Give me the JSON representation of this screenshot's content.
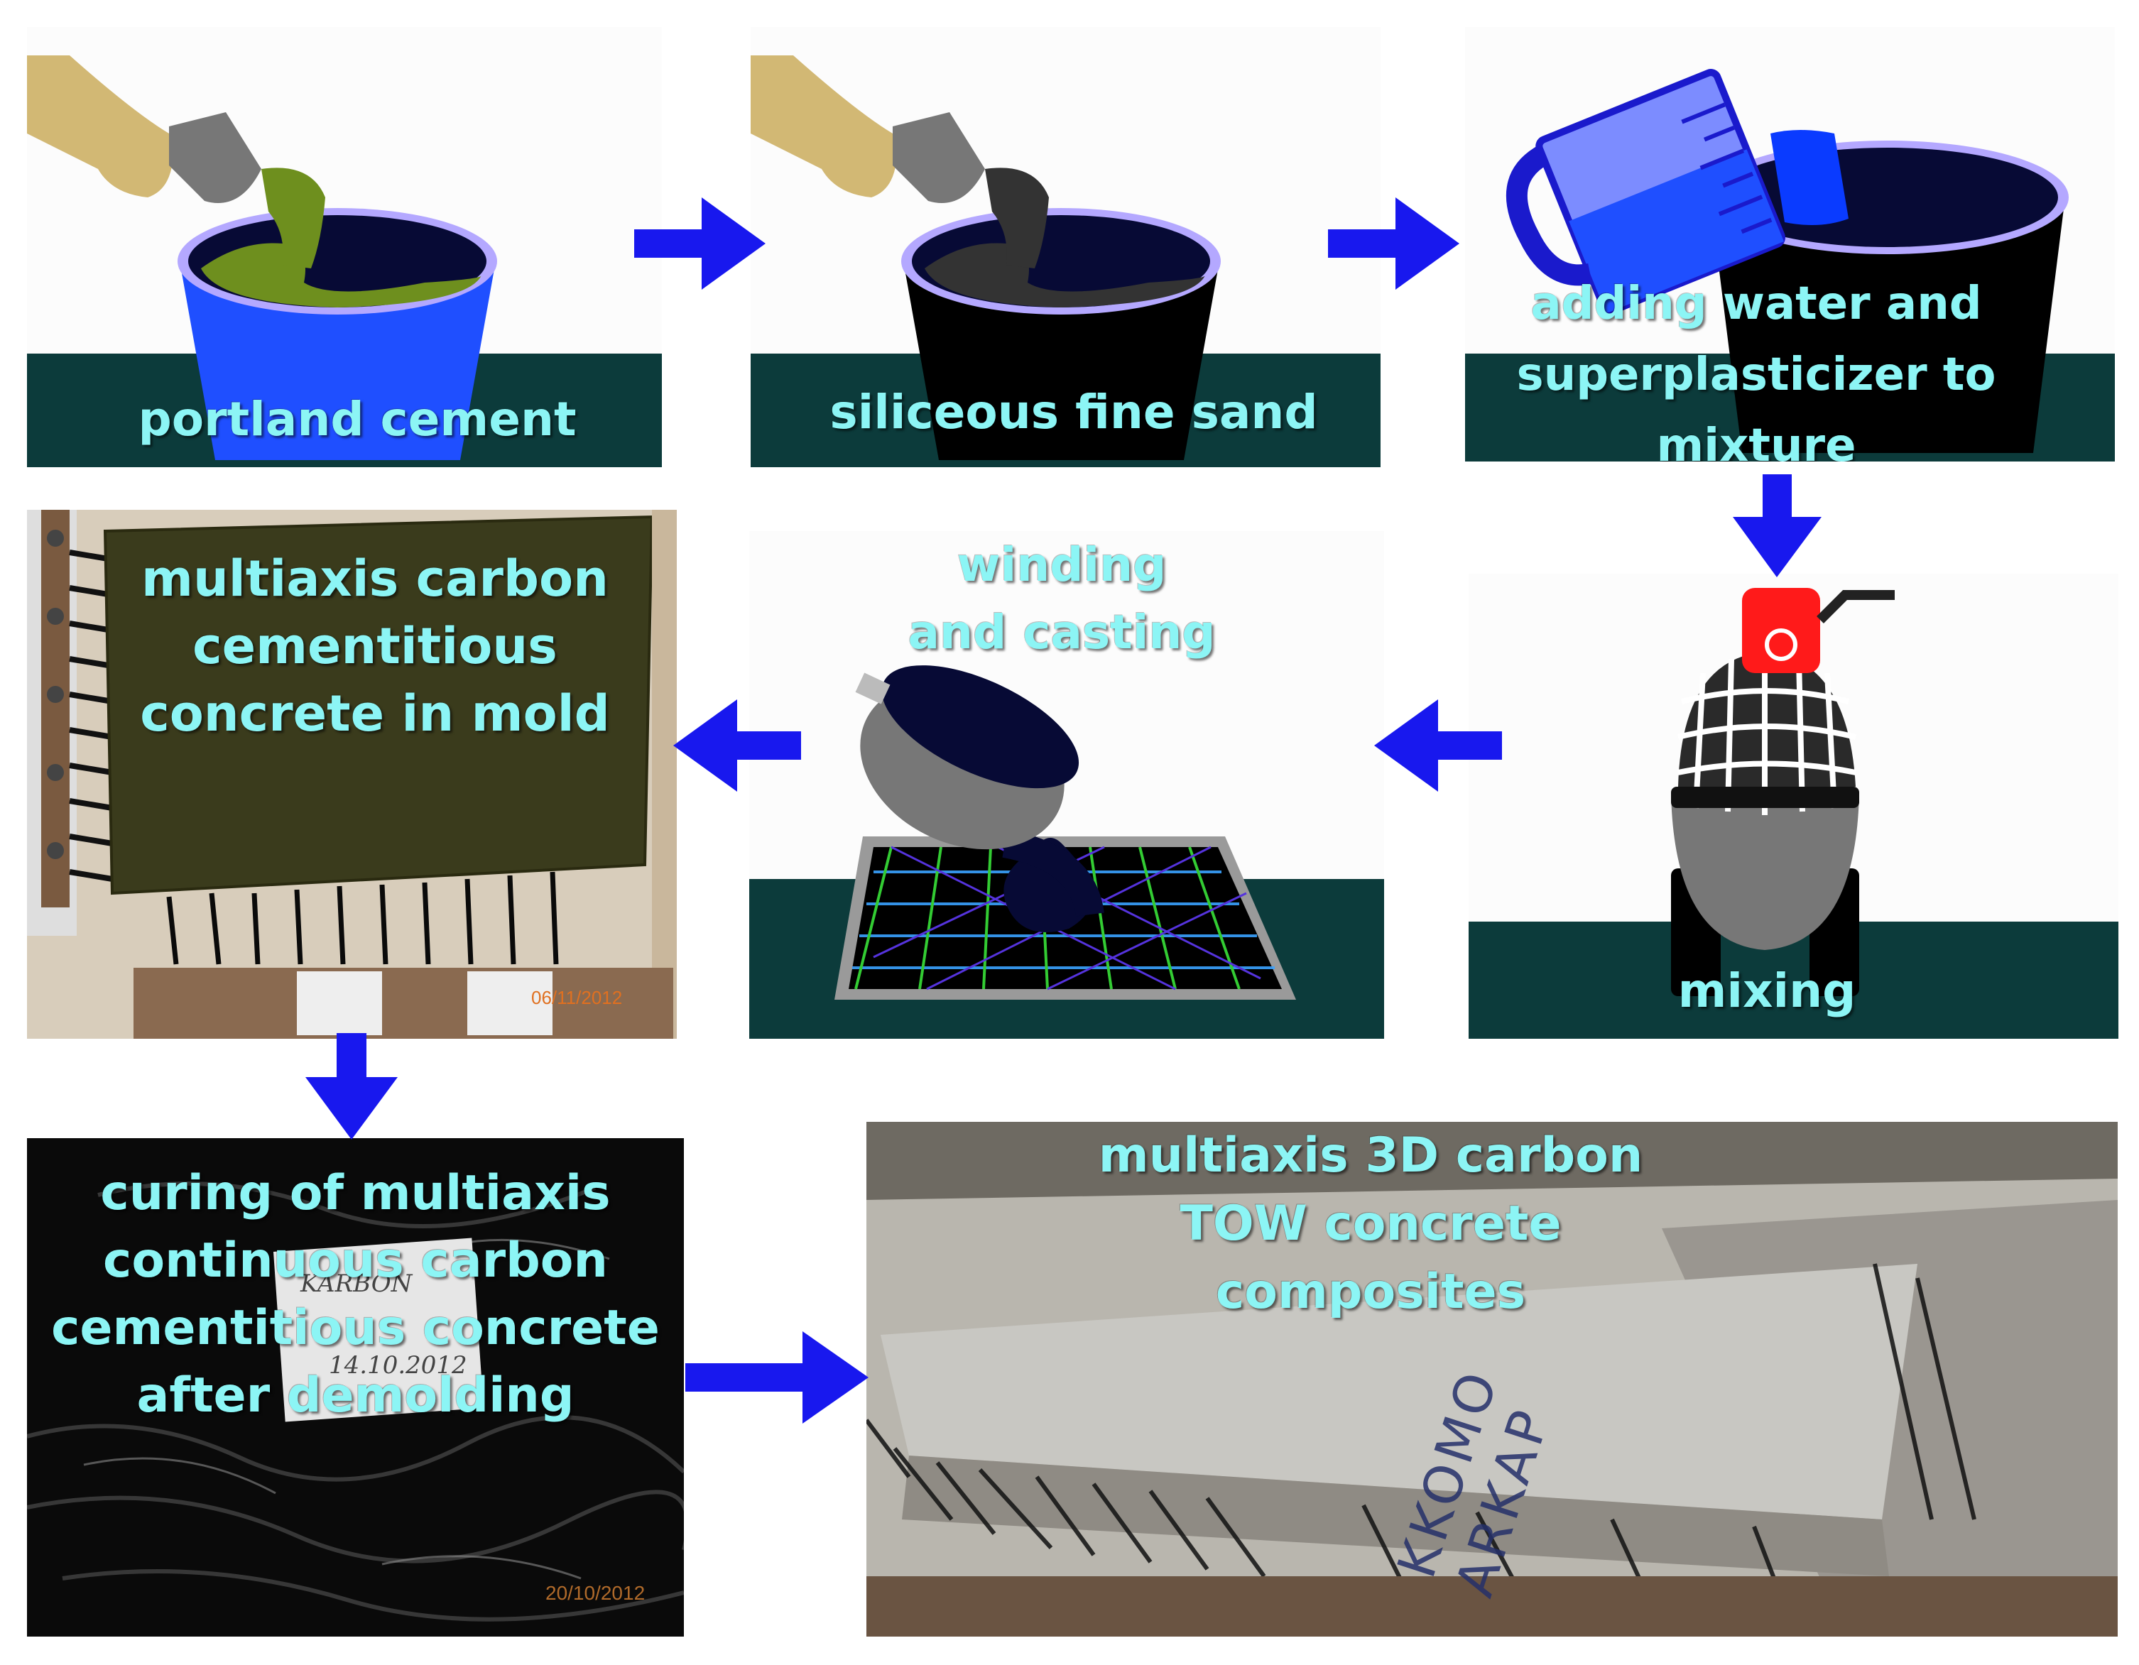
{
  "steps": {
    "portland_cement": "portland cement",
    "siliceous_sand": "siliceous fine sand",
    "adding_water": "adding water and superplasticizer to mixture",
    "mixing": "mixing",
    "winding_casting": "winding and casting",
    "mold": "multiaxis carbon cementitious concrete in mold",
    "curing": "curing of multiaxis continuous carbon cementitious concrete after demolding",
    "final": "multiaxis 3D carbon TOW concrete composites"
  },
  "photo_text": {
    "date_mold": "06/11/2012",
    "date_curing": "20/10/2012",
    "tag_line1": "KARBON",
    "tag_line2": "14.10.2012",
    "specimen_text": "KKOMO ARKAP"
  },
  "colors": {
    "label_text": "#8cf5f5",
    "arrow": "#1818ee",
    "ground": "#0c3b3b",
    "cement": "#6e8f1e",
    "bucket_blue": "#1f4fff",
    "mixer_red": "#ff1a1a"
  }
}
